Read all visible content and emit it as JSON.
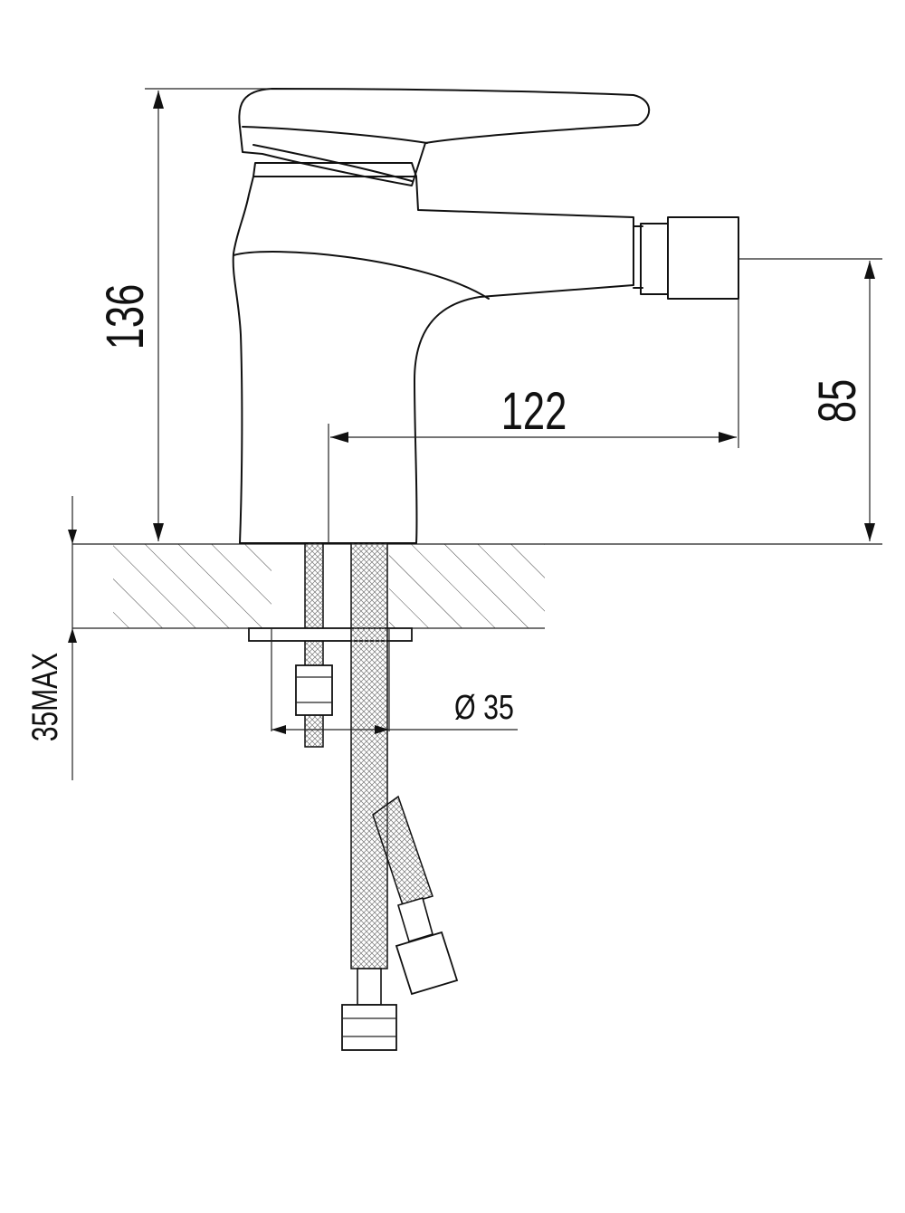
{
  "dimensions": {
    "height_total": "136",
    "reach": "122",
    "outlet_height": "85",
    "deck_thickness_max": "35MAX",
    "hole_diameter": "Ø 35"
  },
  "colors": {
    "line": "#111111",
    "hatch": "#444444",
    "background": "#ffffff"
  }
}
